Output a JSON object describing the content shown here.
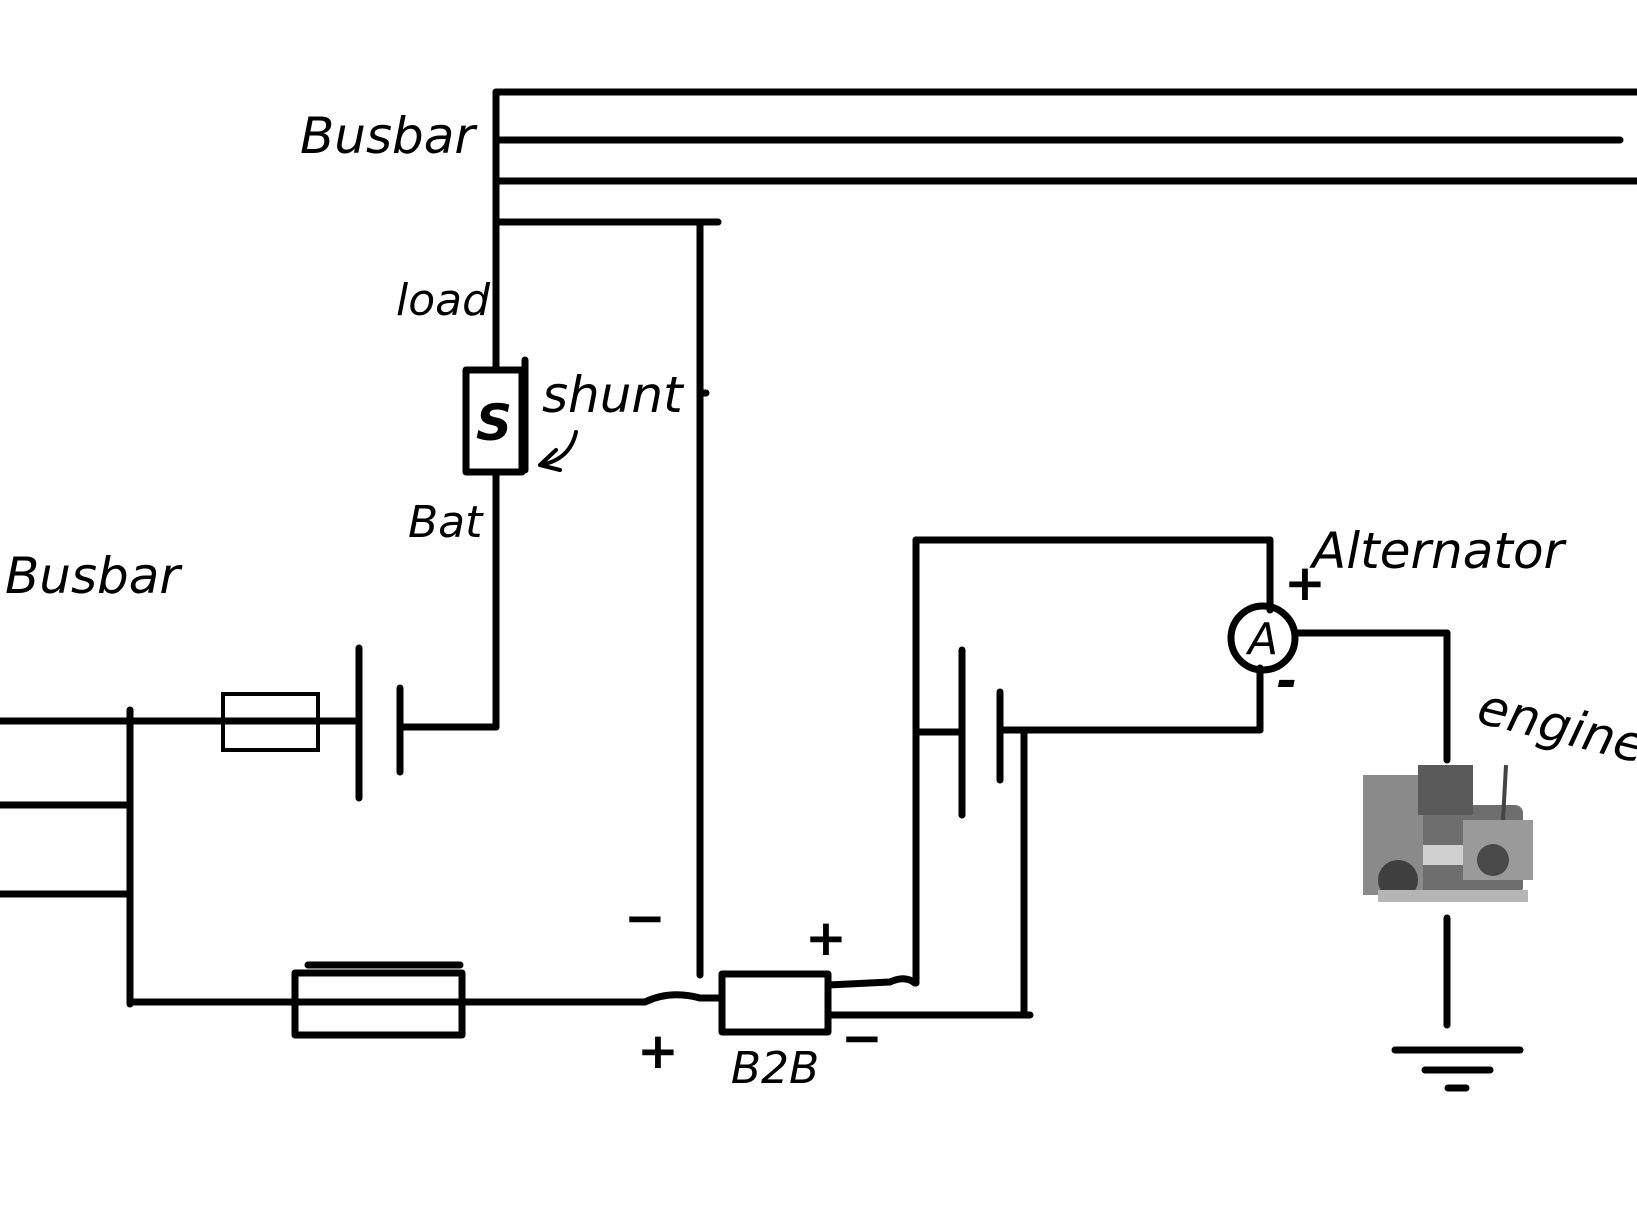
{
  "labels": {
    "busbar_top": "Busbar",
    "busbar_left": "Busbar",
    "load": "load",
    "shunt_letter": "S",
    "shunt": "shunt",
    "bat": "Bat",
    "alternator": "Alternator",
    "alternator_letter": "A",
    "alt_plus": "+",
    "alt_minus": "-",
    "engine": "engine",
    "b2b": "B2B",
    "b2b_in_minus": "−",
    "b2b_in_plus": "+",
    "b2b_out_plus": "+",
    "b2b_out_minus": "−"
  },
  "icons": {
    "engine_picture": "engine-icon",
    "ground": "ground-icon"
  }
}
